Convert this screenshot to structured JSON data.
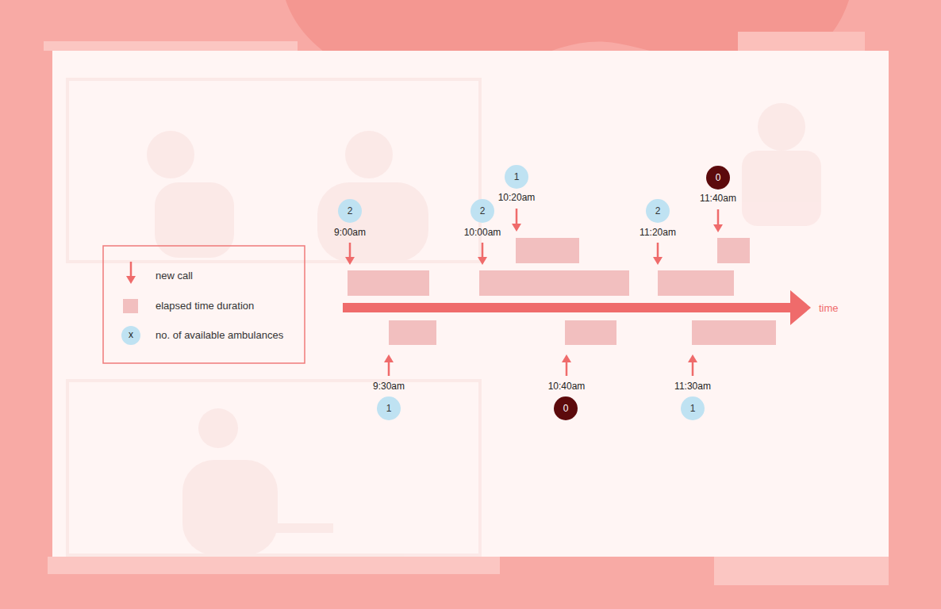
{
  "diagram": {
    "nodes": [
      {
        "text": [
          "2"
        ]
      },
      {
        "text": [
          "1"
        ]
      },
      {
        "text": [
          "2"
        ]
      },
      {
        "text": [
          "1"
        ]
      },
      {
        "text": [
          "0"
        ]
      },
      {
        "text": [
          "2"
        ]
      },
      {
        "text": [
          "1"
        ]
      },
      {
        "text": [
          "0"
        ]
      }
    ],
    "labels": [
      "9:00am",
      "9:30am",
      "10:00am",
      "10:20am",
      "10:40am",
      "11:20am",
      "11:30am",
      "11:40am",
      "x",
      "time"
    ],
    "legend": [
      {
        "text": "new call"
      },
      {
        "text": "elapsed time duration",
        "color": "#f2bfbf"
      },
      {
        "text": "no. of available ambulances",
        "color": "#bfe2f2"
      }
    ]
  }
}
